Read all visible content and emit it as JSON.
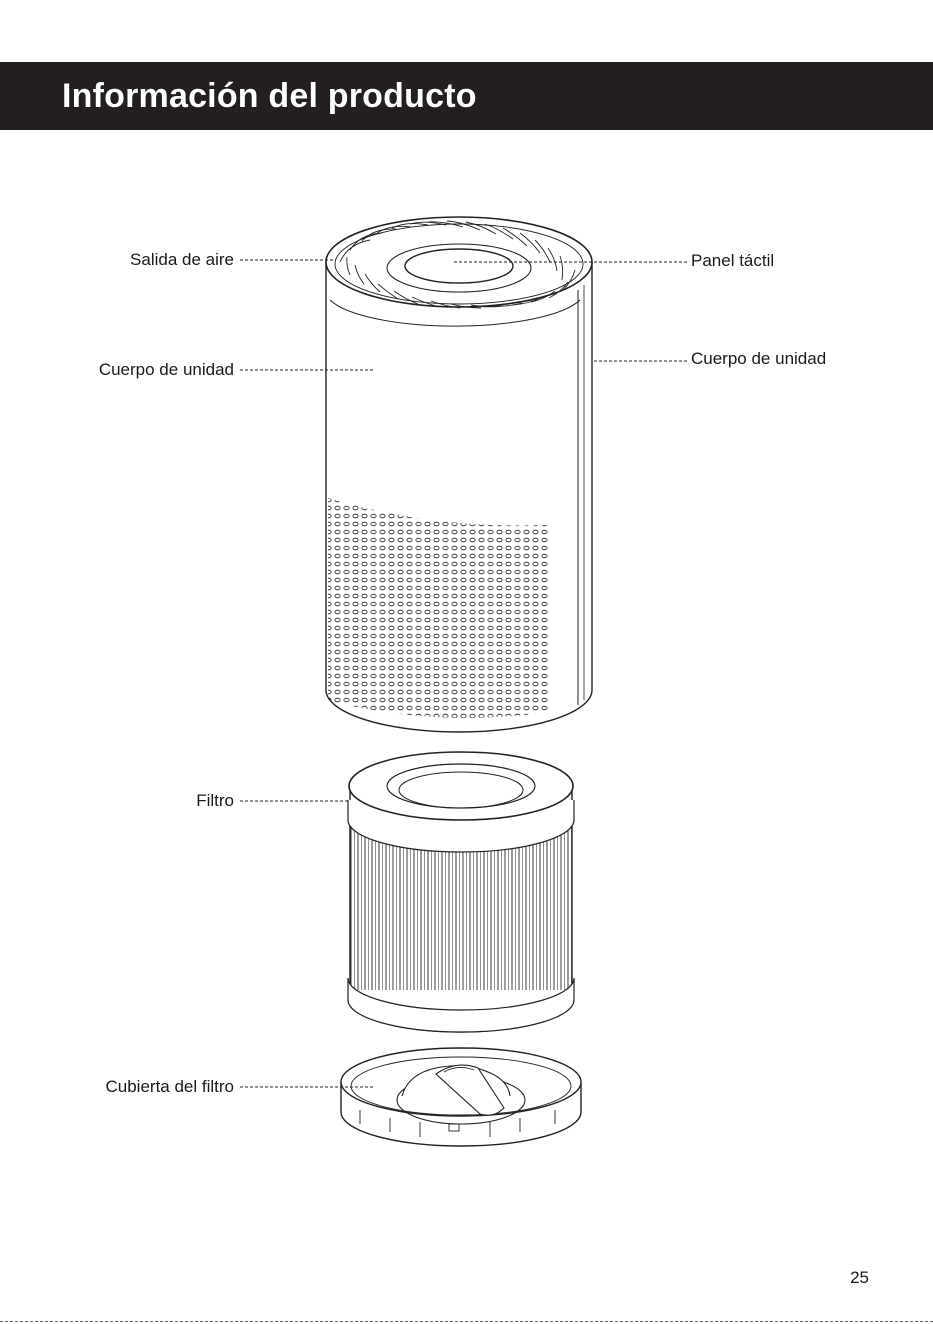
{
  "header": {
    "title": "Información del producto"
  },
  "callouts": {
    "air_outlet": "Salida de aire",
    "body_left": "Cuerpo de unidad",
    "filter": "Filtro",
    "filter_cover": "Cubierta del filtro",
    "touch_panel": "Panel táctil",
    "body_right": "Cuerpo de unidad"
  },
  "footer": {
    "page_number": "25"
  }
}
